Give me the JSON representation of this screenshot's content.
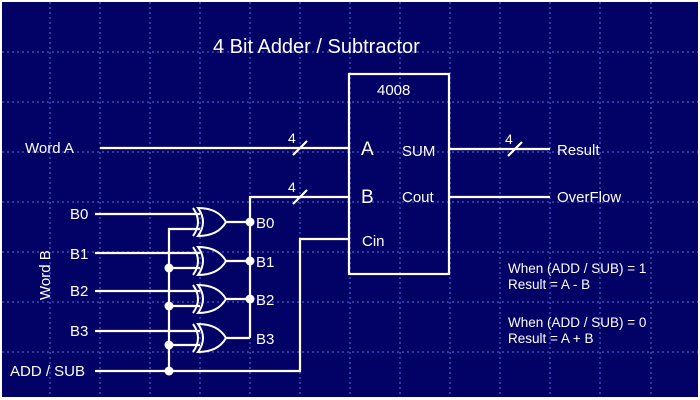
{
  "title": "4 Bit Adder / Subtractor",
  "chip": {
    "name": "4008",
    "pins_in": [
      "A",
      "B",
      "Cin"
    ],
    "pins_out": [
      "SUM",
      "Cout"
    ]
  },
  "inputs": {
    "word_a": "Word A",
    "word_b": "Word B",
    "b_bits": [
      "B0",
      "B1",
      "B2",
      "B3"
    ],
    "add_sub": "ADD / SUB"
  },
  "xor_outputs": [
    "B0",
    "B1",
    "B2",
    "B3"
  ],
  "bus_width": "4",
  "outputs": {
    "result": "Result",
    "overflow": "OverFlow"
  },
  "notes": [
    {
      "line1": "When (ADD / SUB) = 1",
      "line2": "Result = A - B"
    },
    {
      "line1": "When (ADD / SUB) = 0",
      "line2": "Result = A + B"
    }
  ],
  "colors": {
    "background": "#020266",
    "wire": "#ffffff",
    "grid": "#4a55c8"
  }
}
